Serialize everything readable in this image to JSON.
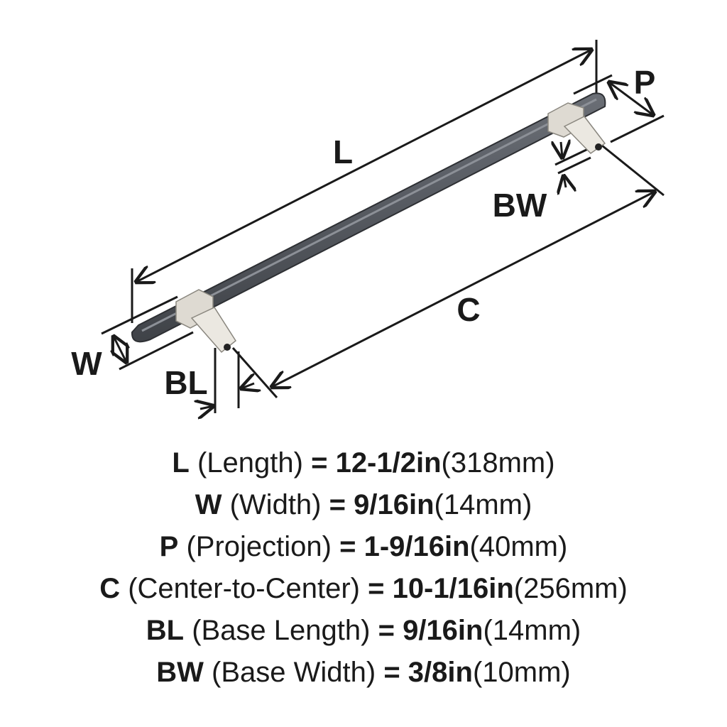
{
  "diagram": {
    "labels": {
      "L": "L",
      "W": "W",
      "P": "P",
      "C": "C",
      "BL": "BL",
      "BW": "BW"
    },
    "colors": {
      "handle": "#5b5f66",
      "base": "#e6e2da",
      "line": "#1a1a1a"
    }
  },
  "specs": [
    {
      "code": "L",
      "name": "(Length)",
      "value": "= 12-1/2in",
      "metric": "(318mm)"
    },
    {
      "code": "W",
      "name": "(Width)",
      "value": "= 9/16in",
      "metric": "(14mm)"
    },
    {
      "code": "P",
      "name": "(Projection)",
      "value": "= 1-9/16in",
      "metric": "(40mm)"
    },
    {
      "code": "C",
      "name": "(Center-to-Center)",
      "value": "= 10-1/16in",
      "metric": "(256mm)"
    },
    {
      "code": "BL",
      "name": "(Base Length)",
      "value": "= 9/16in",
      "metric": "(14mm)"
    },
    {
      "code": "BW",
      "name": "(Base Width)",
      "value": "= 3/8in",
      "metric": "(10mm)"
    }
  ]
}
